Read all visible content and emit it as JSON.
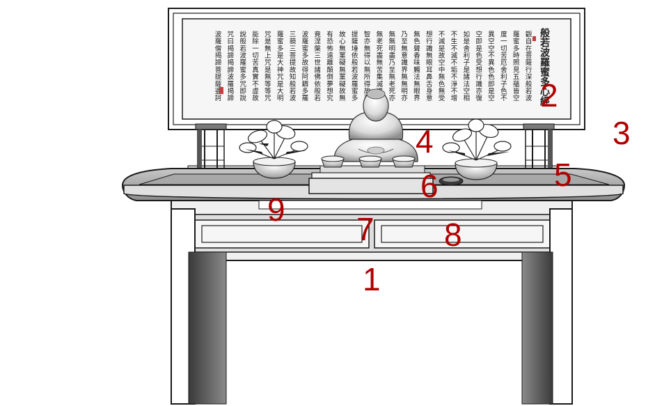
{
  "colors": {
    "callout": "#b00000",
    "line": "#1a1a1a",
    "wood_dark": "#5a5a5a",
    "wood_mid": "#9a9a9a",
    "wood_light": "#e8e8e8",
    "scroll_bg": "#f4f4f4"
  },
  "scroll": {
    "title": "般若波羅蜜多心經",
    "columns": [
      "觀自在菩薩行深般若波",
      "羅蜜多時照見五蘊皆空",
      "度一切苦厄舍利子色不",
      "異空空不異色色即是空",
      "空即是色受想行識亦復",
      "如是舍利子是諸法空相",
      "不生不滅不垢不淨不增",
      "不減是故空中無色無受",
      "想行識無眼耳鼻舌身意",
      "無色聲香味觸法無眼界",
      "乃至無意識界無無明亦",
      "無無明盡乃至無老死亦",
      "無老死盡無苦集滅道無",
      "智亦無得以無所得故菩",
      "提薩埵依般若波羅蜜多",
      "故心無罣礙無罣礙故無",
      "有恐怖遠離顛倒夢想究",
      "竟涅槃三世諸佛依般若",
      "波羅蜜多故得阿耨多羅",
      "三藐三菩提故知般若波",
      "羅蜜多是大神咒是大明",
      "咒是無上咒是無等等咒",
      "能除一切苦真實不虛故",
      "說般若波羅蜜多咒即說",
      "咒曰揭諦揭諦波羅揭諦",
      "波羅僧揭諦菩提薩婆訶"
    ]
  },
  "callouts": [
    {
      "label": "1"
    },
    {
      "label": "2"
    },
    {
      "label": "3"
    },
    {
      "label": "4"
    },
    {
      "label": "5"
    },
    {
      "label": "6"
    },
    {
      "label": "7"
    },
    {
      "label": "8"
    },
    {
      "label": "9"
    }
  ]
}
